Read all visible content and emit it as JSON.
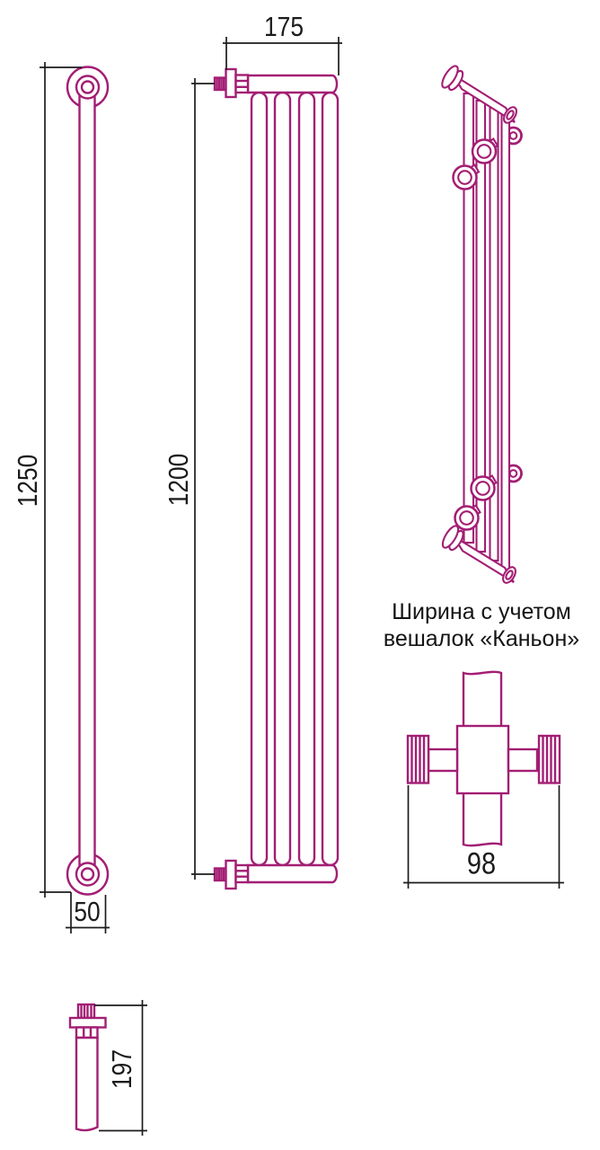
{
  "drawing": {
    "type": "towel-rail-technical-drawing",
    "dimensions": {
      "overall_height": "1250",
      "tube_height": "1200",
      "width": "175",
      "wall_offset": "50",
      "hanger_width": "98",
      "fitting_length": "197"
    },
    "caption_line1": "Ширина с учетом",
    "caption_line2": "вешалок «Каньон»",
    "colors": {
      "product_line": "#A31E74",
      "dimension_line": "#1C1C1C",
      "background": "#FFFFFF"
    }
  }
}
